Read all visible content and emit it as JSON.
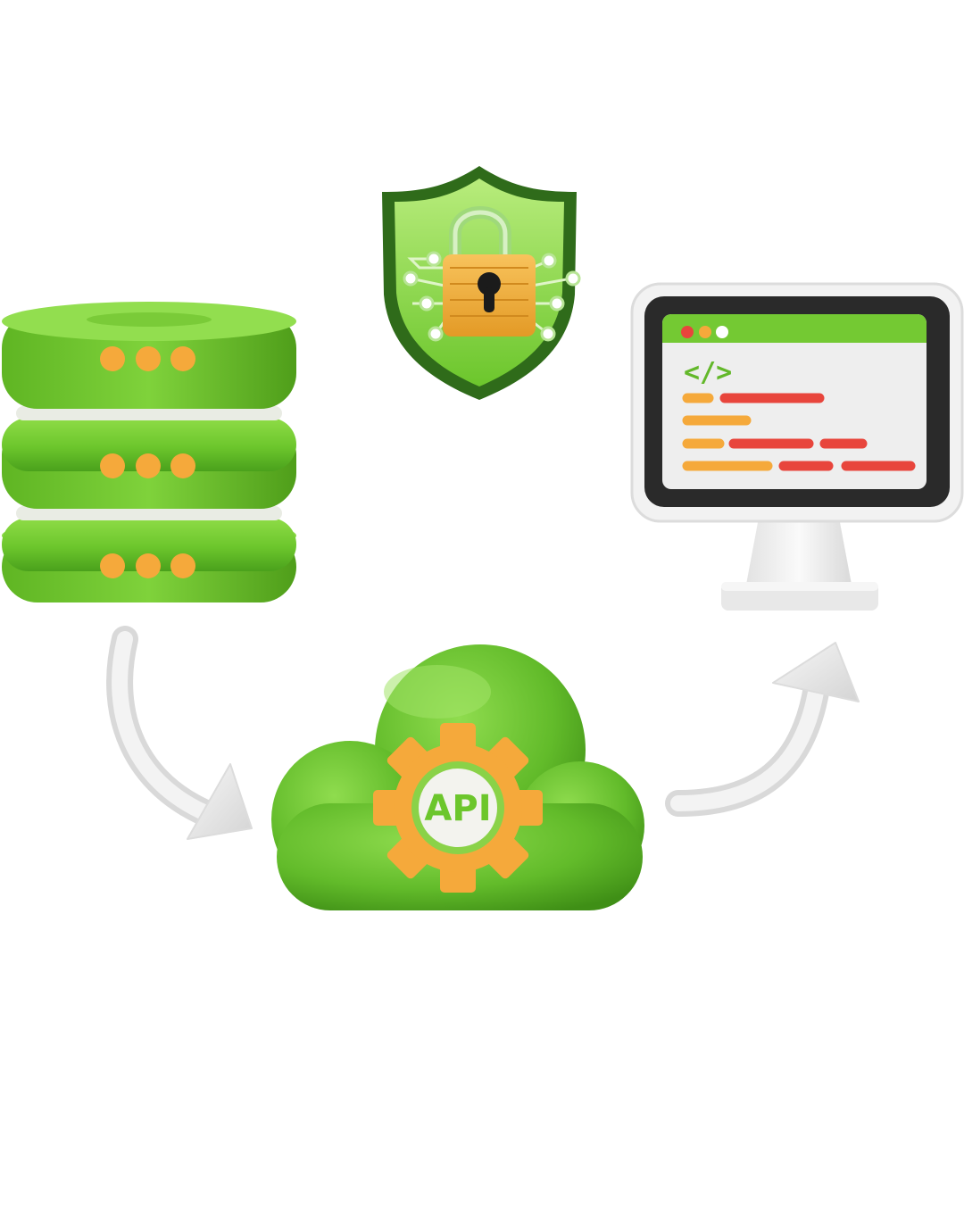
{
  "diagram": {
    "nodes": [
      {
        "id": "database",
        "icon": "database-server-icon"
      },
      {
        "id": "security",
        "icon": "security-shield-lock-icon"
      },
      {
        "id": "monitor",
        "icon": "code-monitor-icon"
      },
      {
        "id": "api-cloud",
        "icon": "api-cloud-gear-icon"
      }
    ],
    "edges": [
      {
        "from": "database",
        "to": "api-cloud"
      },
      {
        "from": "api-cloud",
        "to": "monitor"
      }
    ],
    "labels": {
      "api": "API",
      "code_symbol": "</>"
    },
    "colors": {
      "green_primary": "#6cc62c",
      "green_dark": "#3c8a17",
      "green_light": "#9be35a",
      "orange": "#f5a93b",
      "red": "#e8453c",
      "arrow": "#e6e6e6",
      "monitor_frame": "#f0f0f0",
      "monitor_bezel": "#2a2a2a"
    }
  }
}
